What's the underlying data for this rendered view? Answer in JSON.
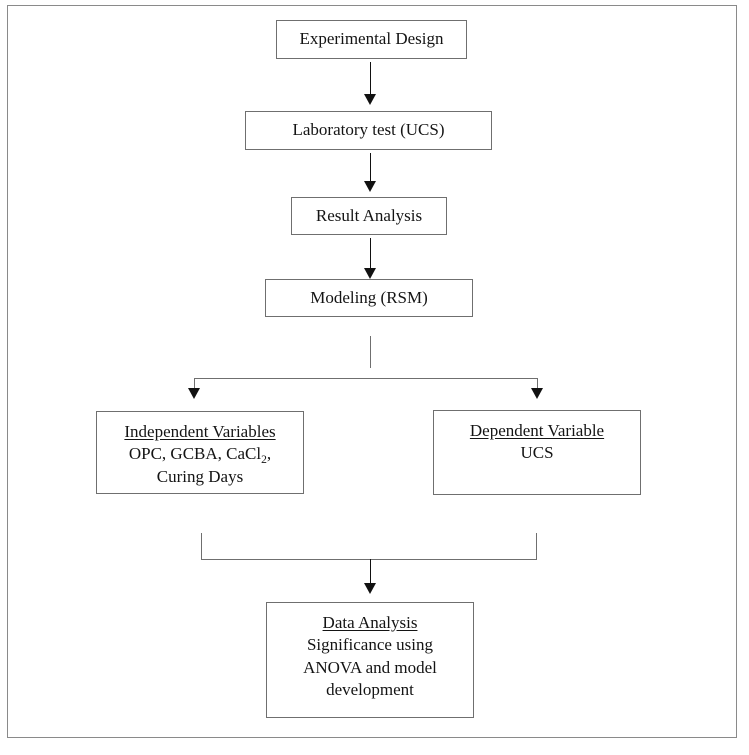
{
  "figure": {
    "type": "flowchart",
    "orientation": "top-to-bottom",
    "frame": {
      "border_color": "#8a8a8a"
    },
    "box_border_color": "#6f6f6f",
    "connector_color": "#111111"
  },
  "nodes": {
    "experimental_design": {
      "label": "Experimental Design"
    },
    "laboratory_test": {
      "label": "Laboratory test (UCS)"
    },
    "result_analysis": {
      "label": "Result Analysis"
    },
    "modeling": {
      "label": "Modeling (RSM)"
    },
    "independent_variables": {
      "title": "Independent Variables",
      "line1_prefix": "OPC, GCBA, CaCl",
      "line1_subscript": "2",
      "line1_suffix": ",",
      "line2": "Curing Days"
    },
    "dependent_variable": {
      "title": "Dependent Variable",
      "line1": "UCS"
    },
    "data_analysis": {
      "title": "Data Analysis",
      "line1": "Significance using",
      "line2": "ANOVA and model",
      "line3": "development"
    }
  },
  "connectors": {
    "arrow_1": {
      "from": "experimental_design",
      "to": "laboratory_test",
      "style": "arrow-down"
    },
    "arrow_2": {
      "from": "laboratory_test",
      "to": "result_analysis",
      "style": "arrow-down"
    },
    "arrow_3": {
      "from": "result_analysis",
      "to": "modeling",
      "style": "arrow-down"
    },
    "split": {
      "from": "modeling",
      "to": [
        "independent_variables",
        "dependent_variable"
      ],
      "style": "split-bracket-down"
    },
    "merge": {
      "from": [
        "independent_variables",
        "dependent_variable"
      ],
      "to": "data_analysis",
      "style": "merge-bracket-down"
    }
  }
}
